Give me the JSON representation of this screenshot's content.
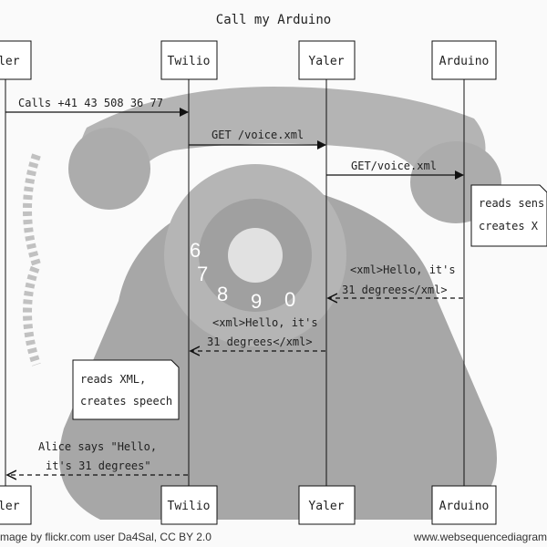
{
  "title": "Call my Arduino",
  "participants": {
    "caller": "aller",
    "twilio": "Twilio",
    "yaler": "Yaler",
    "arduino": "Arduino"
  },
  "messages": {
    "m1": "Calls +41 43 508 36 77",
    "m2": "GET /voice.xml",
    "m3": "GET/voice.xml",
    "m4_line1": "<xml>Hello, it's",
    "m4_line2": "31 degrees</xml>",
    "m5_line1": "<xml>Hello, it's",
    "m5_line2": "31 degrees</xml>",
    "m6_line1": "Alice says \"Hello,",
    "m6_line2": "it's 31 degrees\""
  },
  "notes": {
    "arduino_line1": "reads sens",
    "arduino_line2": "creates X",
    "twilio_line1": "reads XML,",
    "twilio_line2": "creates speech"
  },
  "background_dial_digits": [
    "6",
    "7",
    "8",
    "9",
    "0"
  ],
  "credits": {
    "left": "mage by flickr.com user Da4Sal, CC BY 2.0",
    "right": "www.websequencediagram"
  },
  "colors": {
    "line": "#111111",
    "box_fill": "#ffffff",
    "photo_dark": "#3a3a3a",
    "photo_light": "#eeeeee"
  }
}
